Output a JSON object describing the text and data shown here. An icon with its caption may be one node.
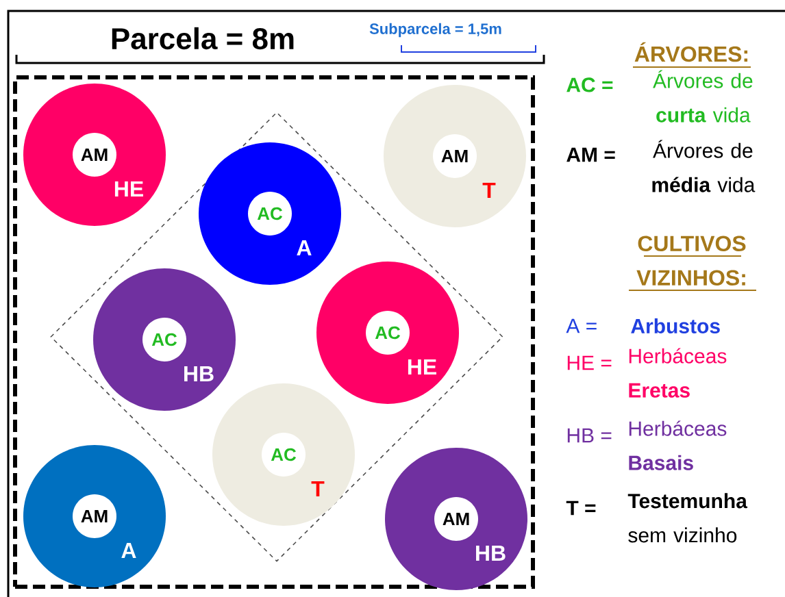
{
  "diagram": {
    "nodes": [
      {
        "text": [],
        "shape": "box"
      },
      {
        "text": [],
        "shape": "diamond",
        "in": 0
      },
      {
        "text": [
          "AM",
          "HE"
        ],
        "in": 0
      },
      {
        "text": [
          "AM",
          "T"
        ],
        "in": 0
      },
      {
        "text": [
          "AC",
          "A"
        ],
        "in": 1
      },
      {
        "text": [
          "AC",
          "HB"
        ],
        "in": 1
      },
      {
        "text": [
          "AC",
          "HE"
        ],
        "in": 1
      },
      {
        "text": [
          "AC",
          "T"
        ],
        "in": 1
      },
      {
        "text": [
          "AM",
          "A"
        ],
        "in": 0
      },
      {
        "text": [
          "AM",
          "HB"
        ],
        "in": 0
      }
    ],
    "labels": [
      "Parcela = 8m",
      "Subparcela = 1,5m",
      "ÁRVORES:",
      "AC =",
      "Árvores de **curta** vida",
      "AM =",
      "Árvores de **média** vida",
      "CULTIVOS VIZINHOS:",
      "A =",
      "Arbustos",
      "HE =",
      "Herbáceas **Eretas**",
      "HB =",
      "Herbáceas **Basais**",
      "T =",
      "**Testemunha** sem vizinho"
    ]
  }
}
